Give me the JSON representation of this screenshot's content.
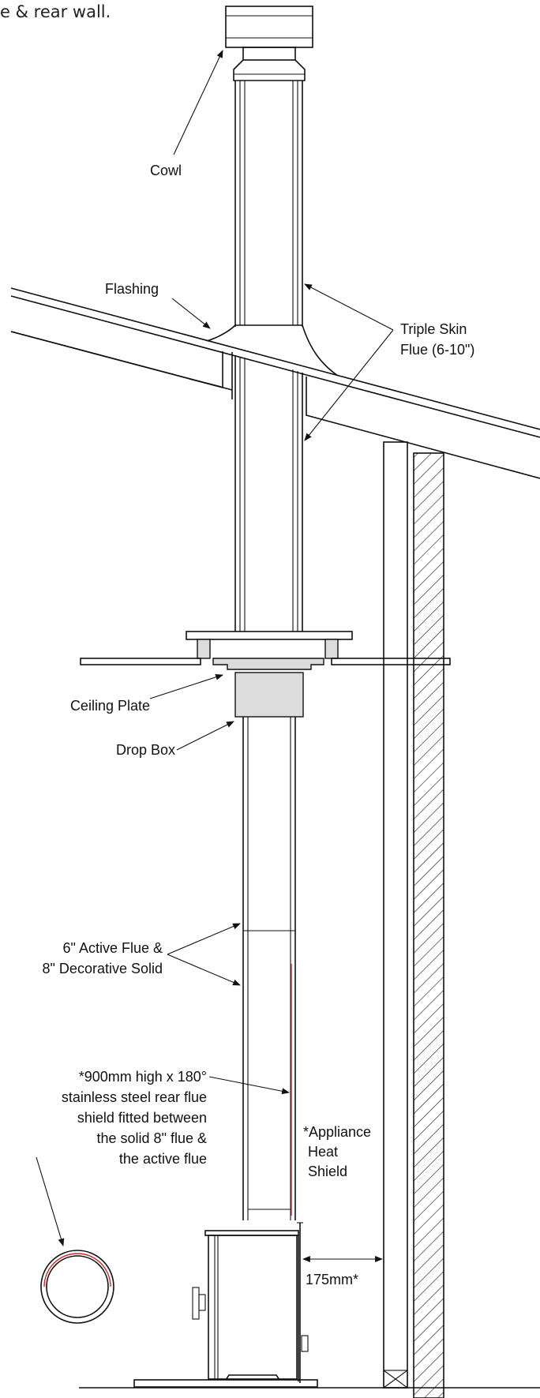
{
  "heading": "e & rear wall.",
  "labels": {
    "cowl": "Cowl",
    "flashing": "Flashing",
    "triple_skin_1": "Triple Skin",
    "triple_skin_2": "Flue (6-10\")",
    "ceiling_plate": "Ceiling Plate",
    "drop_box": "Drop Box",
    "active_flue_1": "6\" Active Flue &",
    "active_flue_2": "8\" Decorative Solid",
    "shield_1": "*900mm high x 180°",
    "shield_2": "stainless steel rear flue",
    "shield_3": "shield fitted between",
    "shield_4": "the solid 8\" flue &",
    "shield_5": "the active flue",
    "appliance_1": "*Appliance",
    "appliance_2": "Heat",
    "appliance_3": "Shield",
    "clearance": "175mm*"
  },
  "colors": {
    "line": "#111111",
    "fill_grey": "#dcdcdc",
    "shield_red": "#d2262c"
  }
}
